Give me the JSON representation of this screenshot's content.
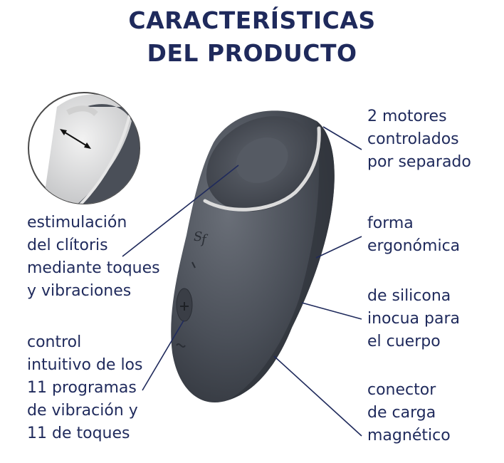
{
  "header": {
    "title_line1": "CARACTERÍSTICAS",
    "title_line2": "DEL PRODUCTO"
  },
  "features": {
    "motors": [
      "2 motores",
      "controlados",
      "por separado"
    ],
    "stimulation": [
      "estimulación",
      "del clítoris",
      "mediante toques",
      "y vibraciones"
    ],
    "shape": [
      "forma",
      "ergonómica"
    ],
    "material": [
      "de silicona",
      "inocua para",
      "el cuerpo"
    ],
    "control": [
      "control",
      "intuitivo de los",
      "11 programas",
      "de vibración y",
      "11 de toques"
    ],
    "connector": [
      "conector",
      "de carga",
      "magnético"
    ]
  },
  "colors": {
    "text": "#1f2a5c",
    "device_body": "#4a4f58",
    "device_dark": "#33373f",
    "accent_ring": "#d9dadc"
  },
  "icons": {
    "logo": "satisfyer-logo-icon",
    "plus": "plus-icon",
    "minus": "minus-icon",
    "wave": "wave-icon",
    "detail": "double-arrow-icon"
  }
}
